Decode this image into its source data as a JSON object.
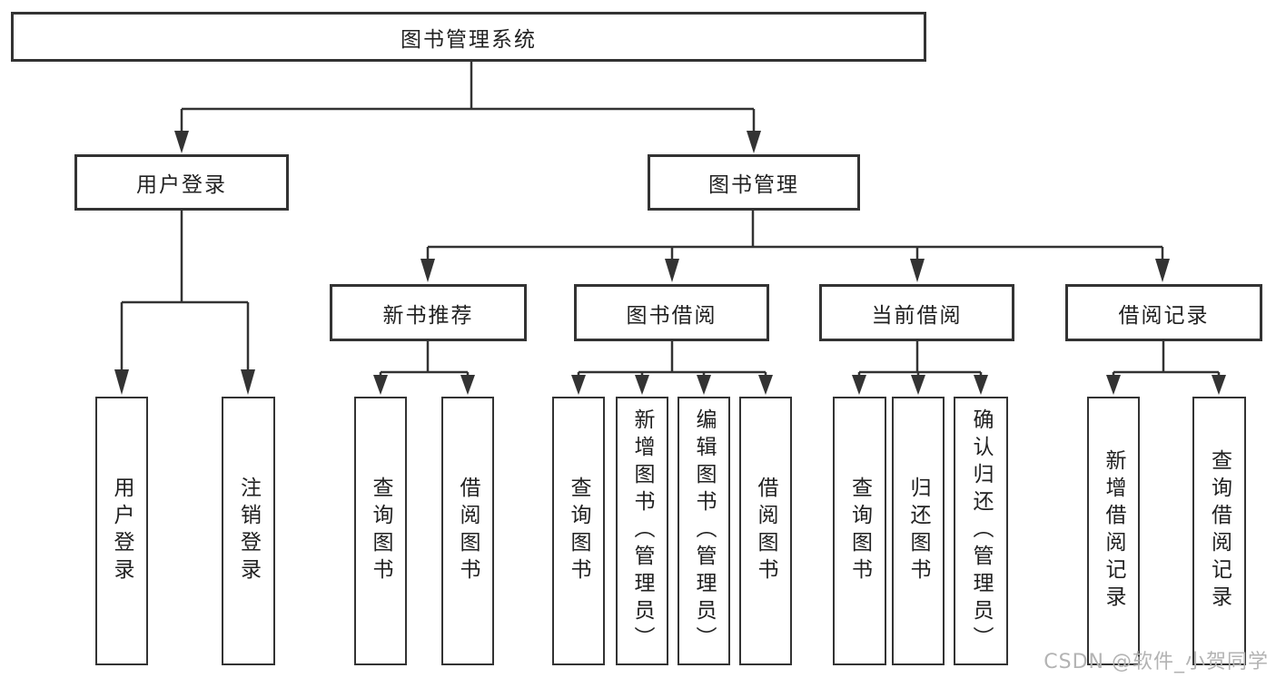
{
  "diagram": {
    "root": {
      "label": "图书管理系统",
      "children": [
        {
          "label": "用户登录",
          "children": [
            {
              "label": "用户登录"
            },
            {
              "label": "注销登录"
            }
          ]
        },
        {
          "label": "图书管理",
          "children": [
            {
              "label": "新书推荐",
              "children": [
                {
                  "label": "查询图书"
                },
                {
                  "label": "借阅图书"
                }
              ]
            },
            {
              "label": "图书借阅",
              "children": [
                {
                  "label": "查询图书"
                },
                {
                  "label": "新增图书（管理员）"
                },
                {
                  "label": "编辑图书（管理员）"
                },
                {
                  "label": "借阅图书"
                }
              ]
            },
            {
              "label": "当前借阅",
              "children": [
                {
                  "label": "查询图书"
                },
                {
                  "label": "归还图书"
                },
                {
                  "label": "确认归还（管理员）"
                }
              ]
            },
            {
              "label": "借阅记录",
              "children": [
                {
                  "label": "新增借阅记录"
                },
                {
                  "label": "查询借阅记录"
                }
              ]
            }
          ]
        }
      ]
    }
  },
  "watermark": {
    "text": "CSDN @软件_小贺同学"
  },
  "colors": {
    "line": "#333333",
    "text": "#212121",
    "watermark": "#b3b3b3",
    "background": "#ffffff"
  }
}
